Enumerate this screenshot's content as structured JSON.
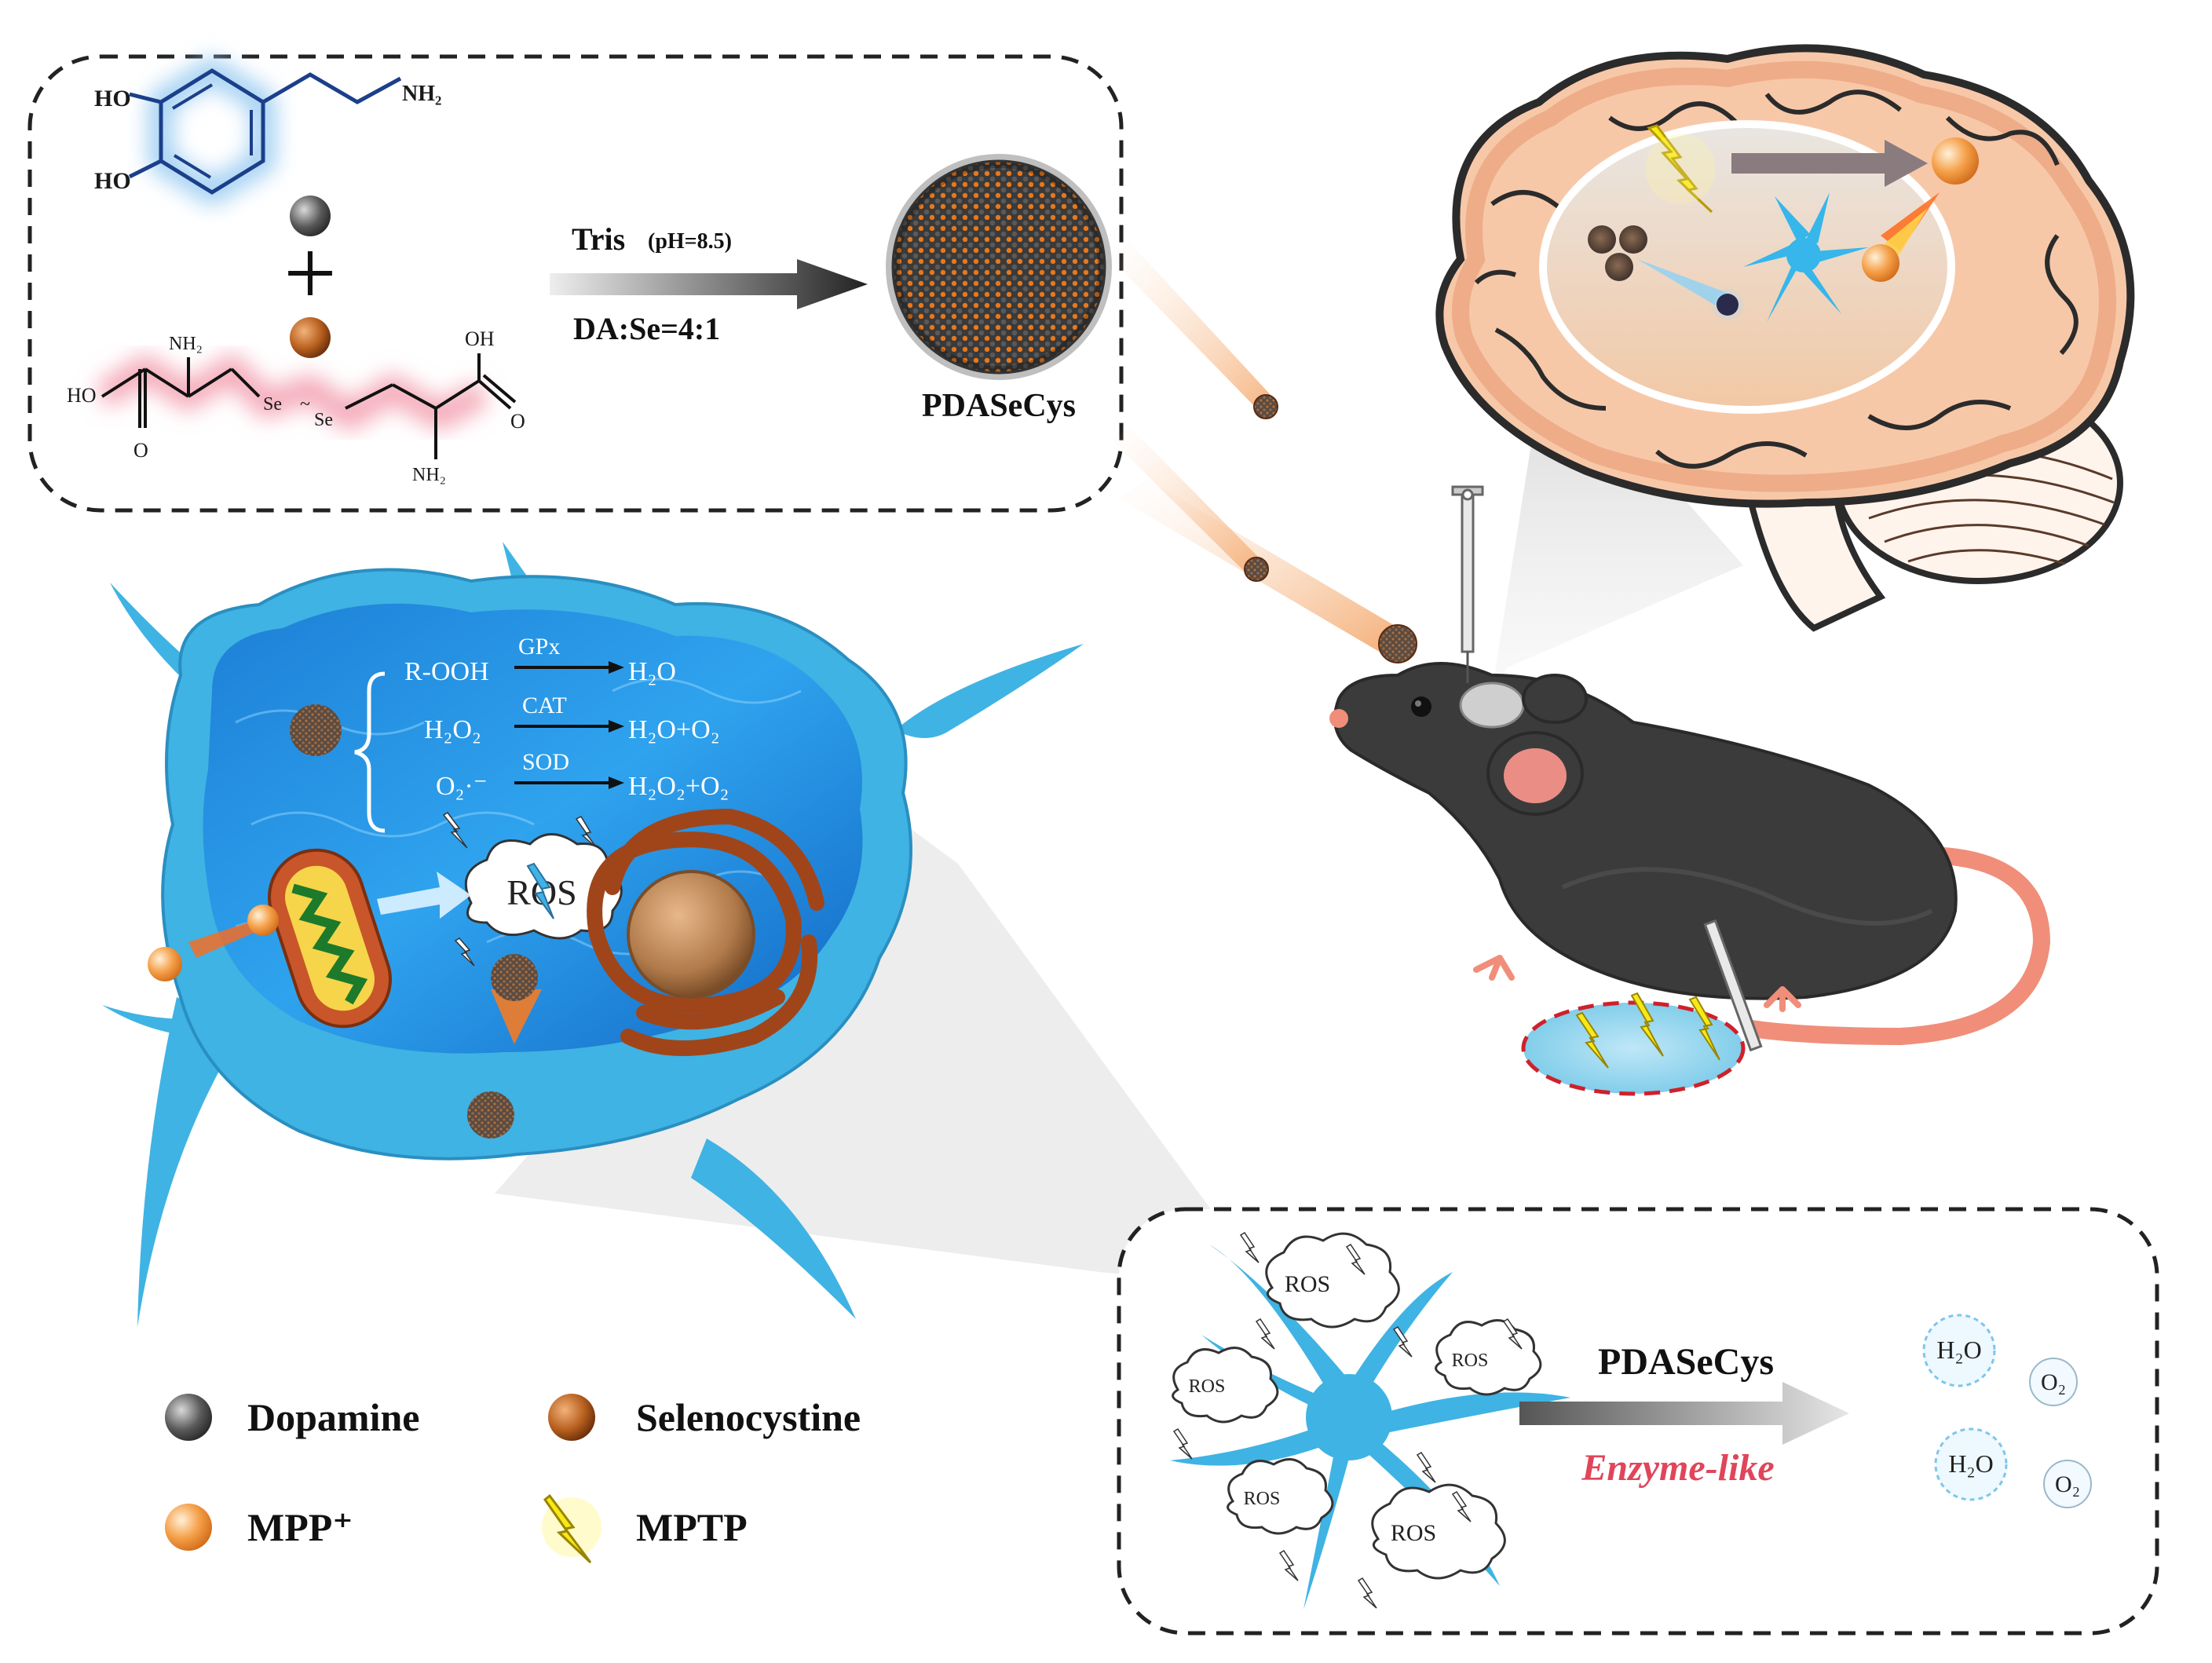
{
  "synthesis": {
    "ho1": "HO",
    "ho2": "HO",
    "nh2_top": "NH₂",
    "nh2_sec1": "NH₂",
    "nh2_sec2": "NH₂",
    "oh_left": "HO",
    "oh_right": "OH",
    "o_left": "O",
    "o_right": "O",
    "se1": "Se",
    "se2": "Se",
    "plus": "+",
    "tris": "Tris",
    "ph": "(pH=8.5)",
    "ratio": "DA:Se=4:1",
    "product": "PDASeCys"
  },
  "cell": {
    "rxn1_left": "R-OOH",
    "rxn1_enzyme": "GPx",
    "rxn1_right": "H₂O",
    "rxn2_left": "H₂O₂",
    "rxn2_enzyme": "CAT",
    "rxn2_right": "H₂O+O₂",
    "rxn3_left": "O₂·⁻",
    "rxn3_enzyme": "SOD",
    "rxn3_right": "H₂O₂+O₂",
    "ros": "ROS"
  },
  "legend": {
    "dopamine": "Dopamine",
    "selenocystine": "Selenocystine",
    "mpp": "MPP⁺",
    "mptp": "MPTP"
  },
  "mechanism": {
    "ros1": "ROS",
    "ros2": "ROS",
    "ros3": "ROS",
    "ros4": "ROS",
    "ros5": "ROS",
    "agent": "PDASeCys",
    "mode": "Enzyme-like",
    "h2o_1": "H₂O",
    "h2o_2": "H₂O",
    "o2_1": "O₂",
    "o2_2": "O₂"
  },
  "colors": {
    "dopamine": "#4d4d4d",
    "selenocystine": "#b8601f",
    "mpp": "#f5a04a",
    "mptp": "#f7e81a",
    "cell": "#3fb3e3",
    "enzyme_label": "#e0455a",
    "mouse": "#3b3b3b",
    "brain_outline": "#d9825a"
  }
}
